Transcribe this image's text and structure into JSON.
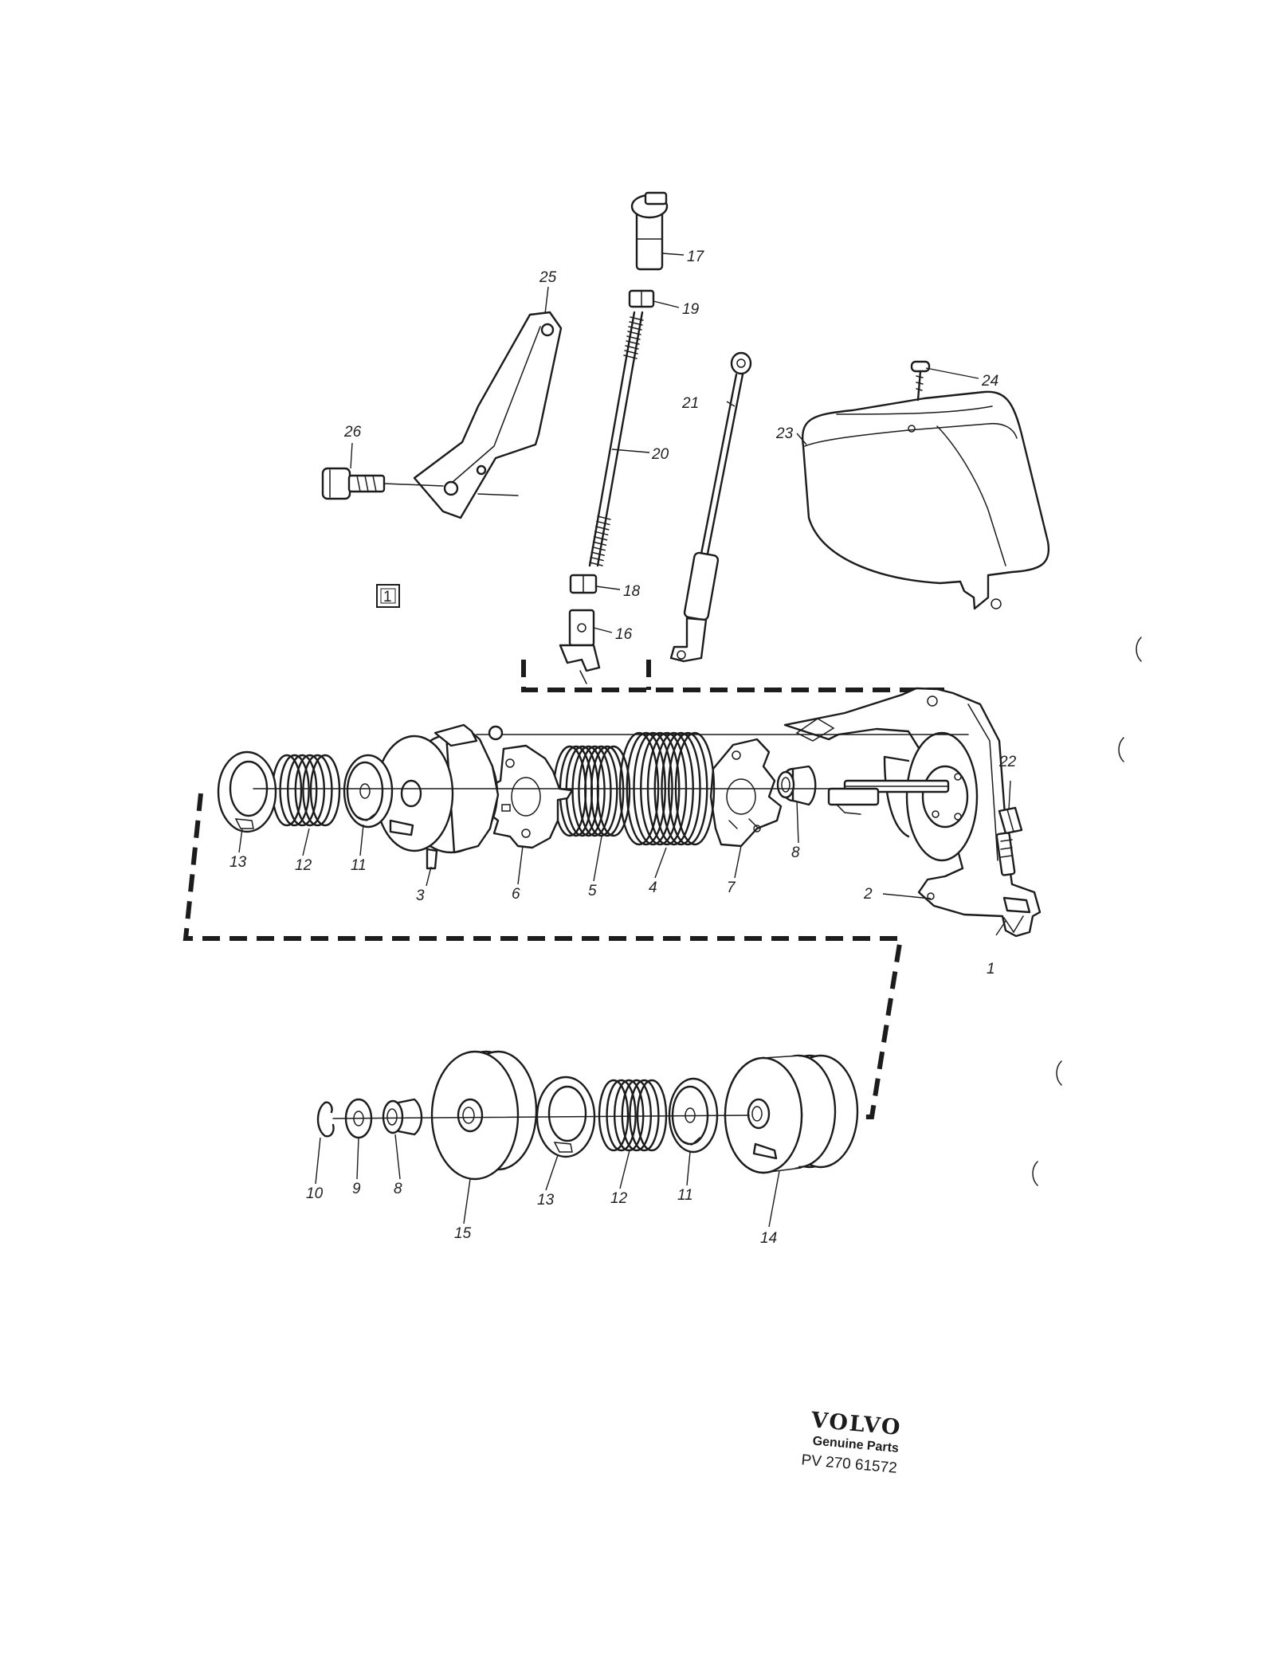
{
  "diagram": {
    "group_label": "1",
    "callouts": [
      {
        "id": "c17",
        "label": "17"
      },
      {
        "id": "c19",
        "label": "19"
      },
      {
        "id": "c25",
        "label": "25"
      },
      {
        "id": "c21",
        "label": "21"
      },
      {
        "id": "c24",
        "label": "24"
      },
      {
        "id": "c26",
        "label": "26"
      },
      {
        "id": "c20",
        "label": "20"
      },
      {
        "id": "c23",
        "label": "23"
      },
      {
        "id": "c18",
        "label": "18"
      },
      {
        "id": "c16",
        "label": "16"
      },
      {
        "id": "c22",
        "label": "22"
      },
      {
        "id": "c13a",
        "label": "13"
      },
      {
        "id": "c12a",
        "label": "12"
      },
      {
        "id": "c11a",
        "label": "11"
      },
      {
        "id": "c3",
        "label": "3"
      },
      {
        "id": "c6",
        "label": "6"
      },
      {
        "id": "c5",
        "label": "5"
      },
      {
        "id": "c4",
        "label": "4"
      },
      {
        "id": "c7",
        "label": "7"
      },
      {
        "id": "c8a",
        "label": "8"
      },
      {
        "id": "c2",
        "label": "2"
      },
      {
        "id": "c1",
        "label": "1"
      },
      {
        "id": "c10",
        "label": "10"
      },
      {
        "id": "c9",
        "label": "9"
      },
      {
        "id": "c8b",
        "label": "8"
      },
      {
        "id": "c15",
        "label": "15"
      },
      {
        "id": "c13b",
        "label": "13"
      },
      {
        "id": "c12b",
        "label": "12"
      },
      {
        "id": "c11b",
        "label": "11"
      },
      {
        "id": "c14",
        "label": "14"
      }
    ]
  },
  "branding": {
    "brand": "VOLVO",
    "subtitle": "Genuine Parts",
    "code": "PV 270 61572"
  }
}
